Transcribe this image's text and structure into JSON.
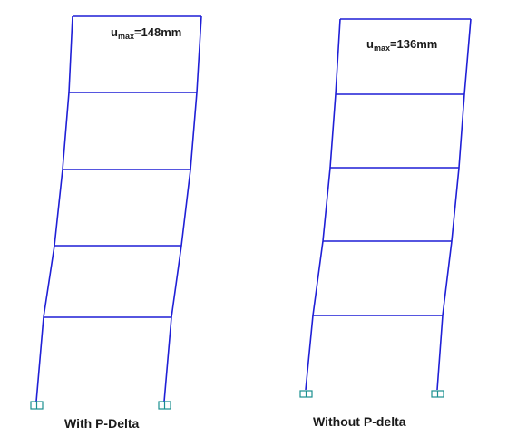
{
  "colors": {
    "frame": "#1f1fd6",
    "support": "#1a8f8f",
    "text": "#1a1a1a"
  },
  "frames": [
    {
      "id": "with-p-delta",
      "umax": {
        "symbol": "u",
        "subscript": "max",
        "value": "=148mm"
      },
      "caption": "With P-Delta"
    },
    {
      "id": "without-p-delta",
      "umax": {
        "symbol": "u",
        "subscript": "max",
        "value": "=136mm"
      },
      "caption": "Without P-delta"
    }
  ]
}
